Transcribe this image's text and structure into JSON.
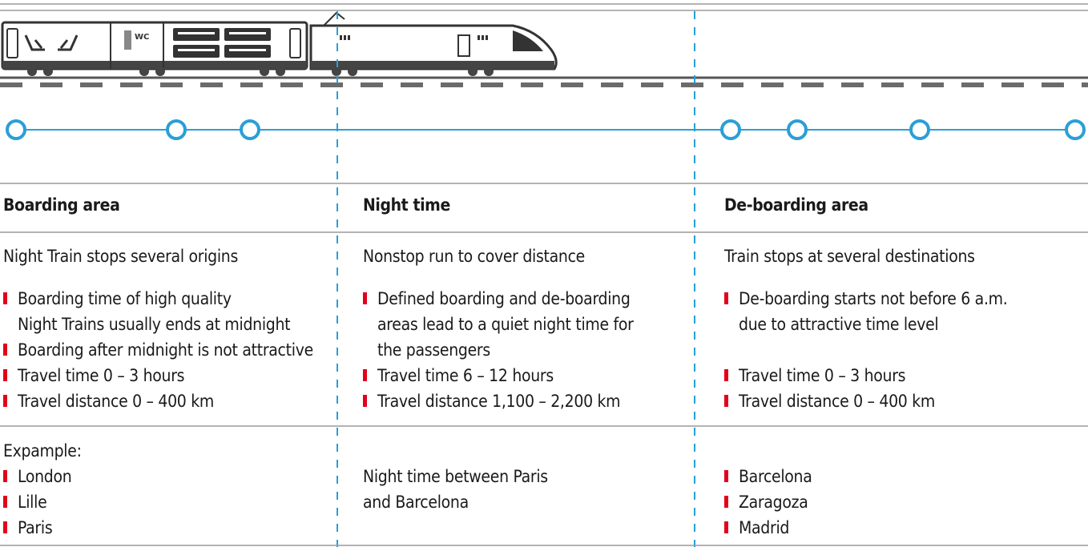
{
  "train": {
    "wc_label": "WC"
  },
  "columns": [
    {
      "heading": "Boarding area",
      "intro": "Night Train stops several origins",
      "bullets": [
        "Boarding time of high quality\nNight Trains usually ends at midnight",
        "Boarding after midnight is not attractive",
        "Travel time 0 – 3 hours",
        "Travel distance 0 – 400 km"
      ],
      "example_label": "Expample:",
      "examples": [
        "London",
        "Lille",
        "Paris"
      ]
    },
    {
      "heading": "Night time",
      "intro": "Nonstop run to cover distance",
      "bullets": [
        "Defined boarding and de-boarding\nareas lead to a quiet night time for\nthe passengers",
        "Travel time 6 – 12 hours",
        "Travel distance 1,100 – 2,200 km"
      ],
      "example_text": "Night time between Paris\nand Barcelona"
    },
    {
      "heading": "De-boarding area",
      "intro": "Train stops at several destinations",
      "bullets": [
        "De-boarding starts not before 6 a.m.\ndue to attractive time level",
        "Travel time 0 – 3 hours",
        "Travel distance 0 – 400 km"
      ],
      "examples": [
        "Barcelona",
        "Zaragoza",
        "Madrid"
      ]
    }
  ],
  "colors": {
    "accent_blue": "#2a9fd6",
    "bullet_red": "#e3001b",
    "rule_gray": "#9a9a9a",
    "train_dark": "#3a3a3a"
  }
}
